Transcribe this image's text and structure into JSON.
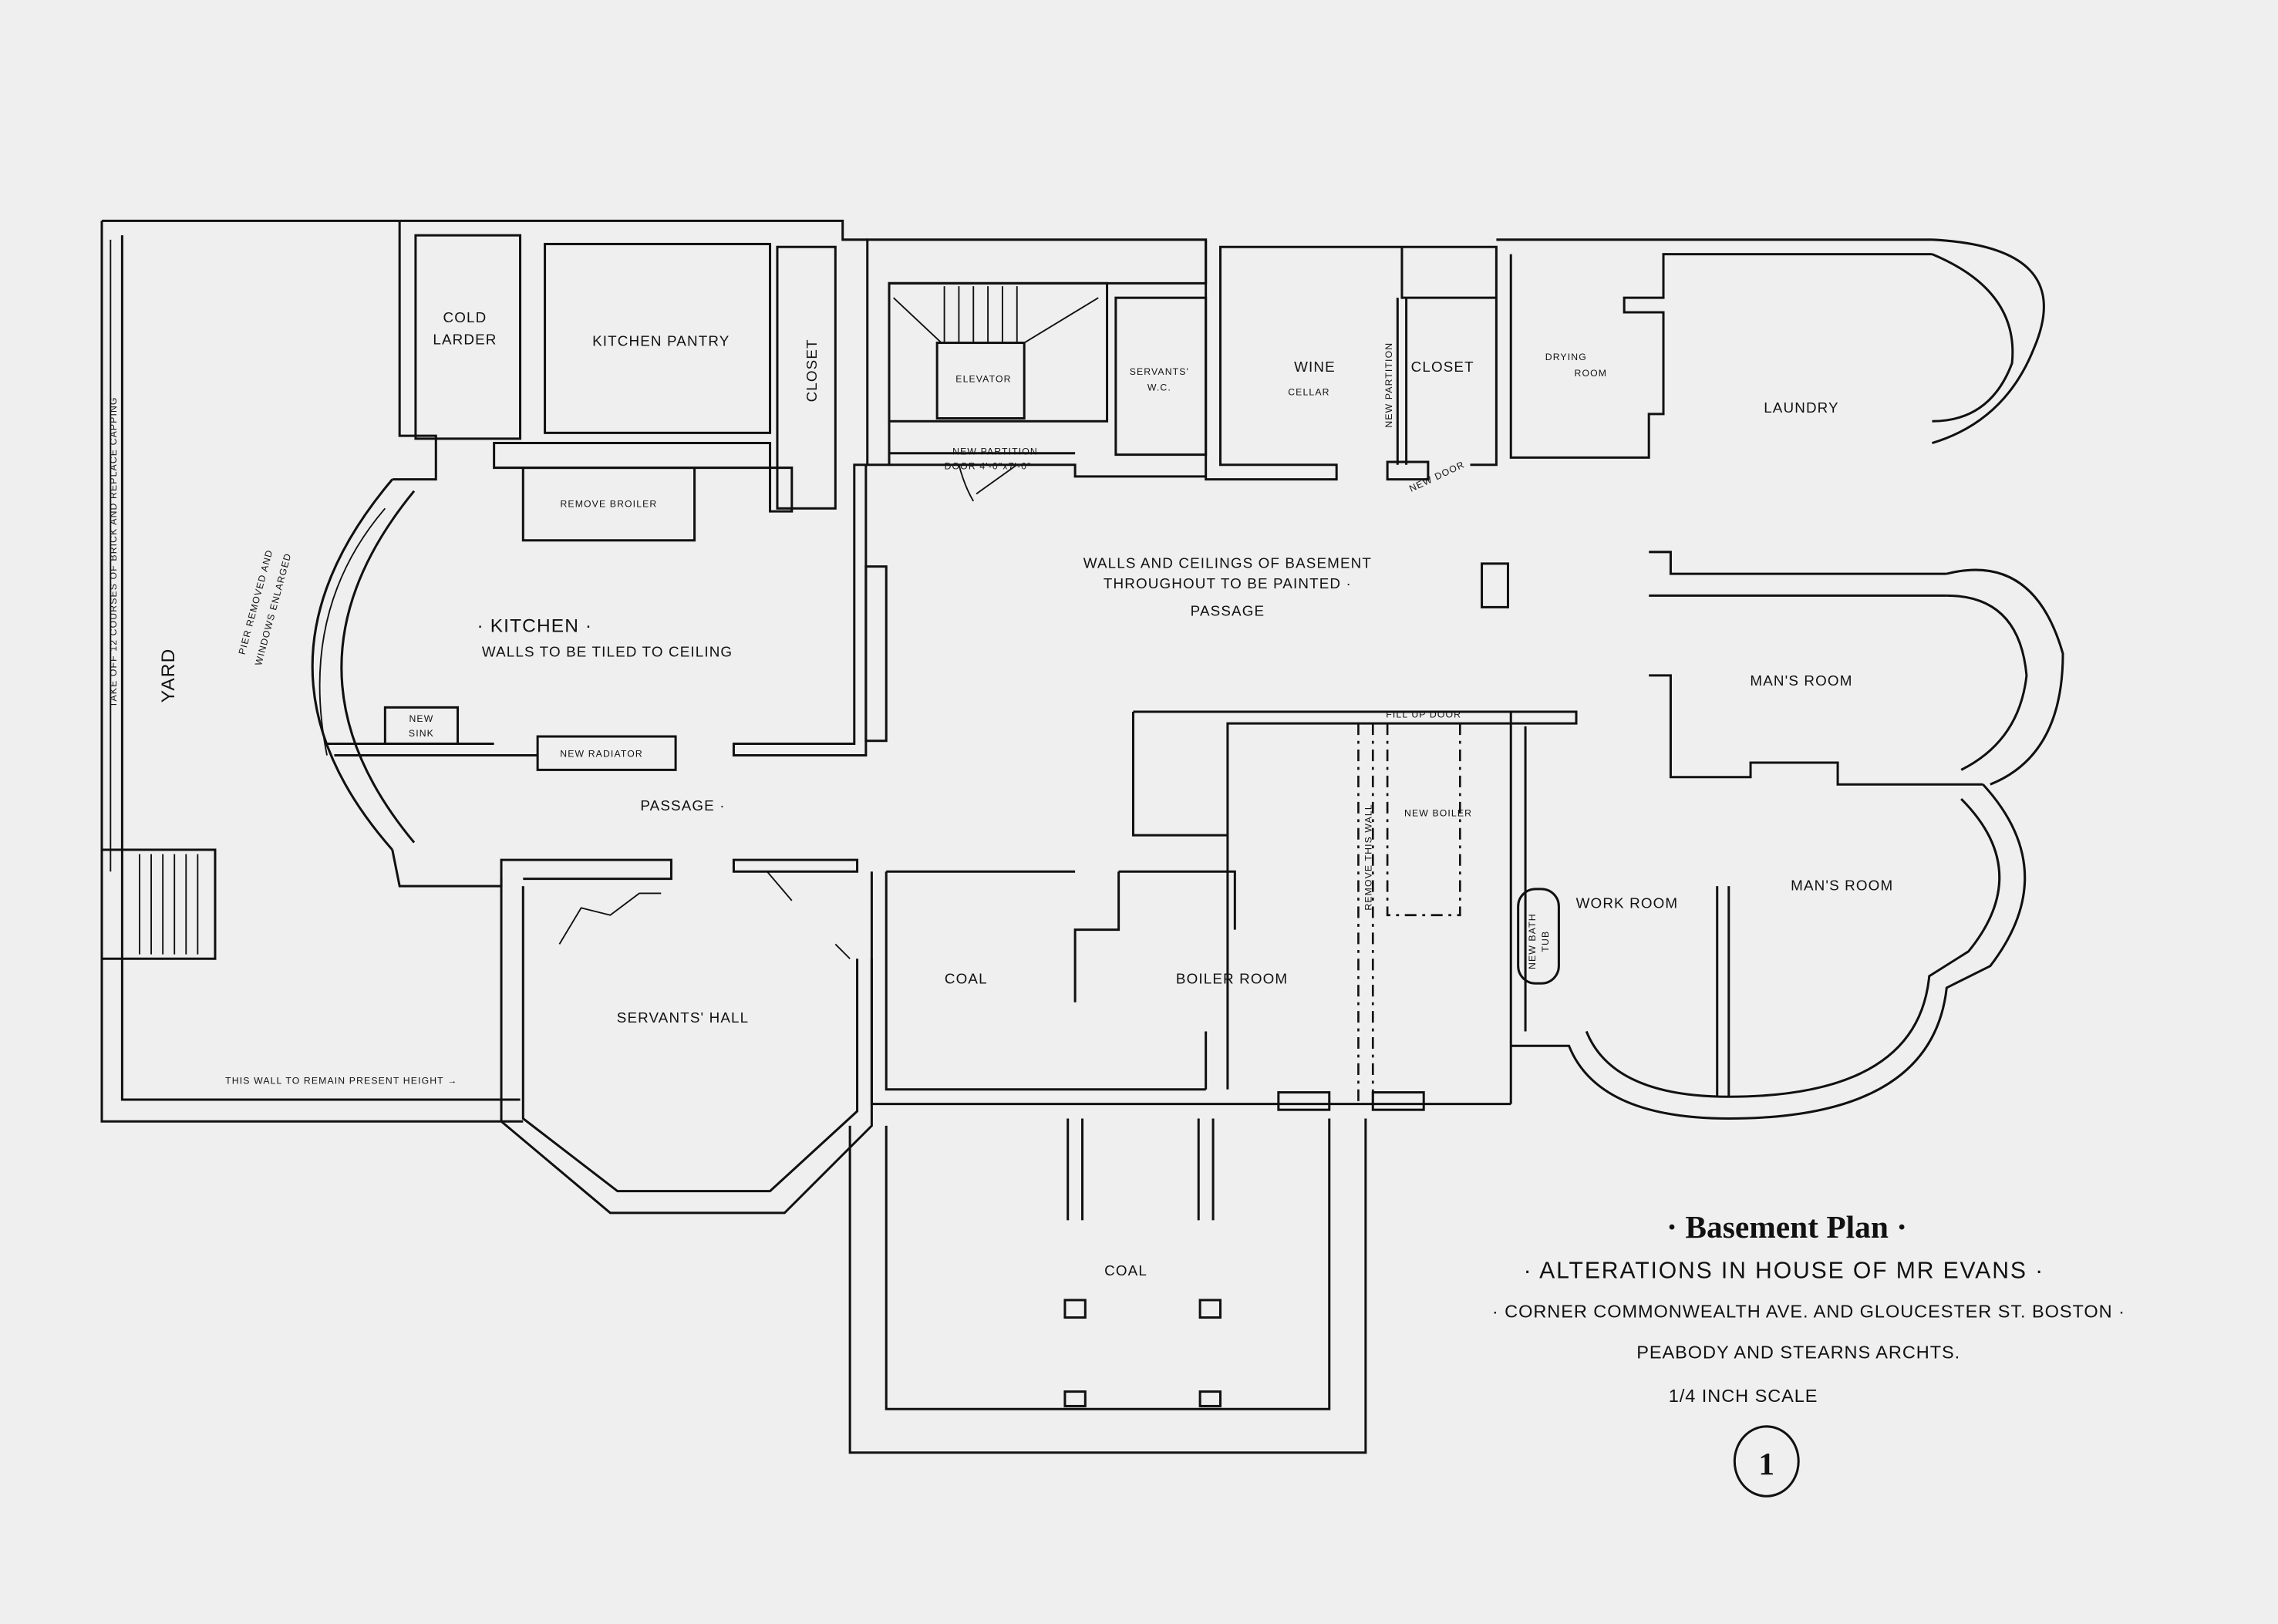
{
  "title_block": {
    "title": "· Basement Plan ·",
    "subtitle": "· ALTERATIONS IN HOUSE OF MR EVANS ·",
    "location": "· CORNER COMMONWEALTH AVE. AND GLOUCESTER ST. BOSTON ·",
    "architects": "PEABODY AND STEARNS ARCHTS.",
    "scale": "1/4 INCH SCALE",
    "sheet_number": "1"
  },
  "rooms": {
    "yard": "YARD",
    "cold_larder_1": "COLD",
    "cold_larder_2": "LARDER",
    "kitchen_pantry": "KITCHEN PANTRY",
    "closet": "CLOSET",
    "elevator": "ELEVATOR",
    "servants_wc_1": "SERVANTS'",
    "servants_wc_2": "W.C.",
    "wine": "WINE",
    "cellar": "CELLAR",
    "wine_closet": "CLOSET",
    "drying_room_1": "DRYING",
    "drying_room_2": "ROOM",
    "laundry": "LAUNDRY",
    "kitchen": "· KITCHEN ·",
    "passage_upper": "PASSAGE",
    "passage_lower": "PASSAGE ·",
    "mans_room_1": "MAN'S ROOM",
    "mans_room_2": "MAN'S ROOM",
    "work_room": "WORK ROOM",
    "coal_1": "COAL",
    "boiler_room": "BOILER ROOM",
    "servants_hall": "SERVANTS' HALL",
    "coal_2": "COAL"
  },
  "notes": {
    "yard_wall": "TAKE OFF 12 COURSES OF BRICK AND REPLACE CAPPING",
    "wall_remain": "THIS WALL TO REMAIN PRESENT HEIGHT →",
    "pier_1": "PIER REMOVED AND",
    "pier_2": "WINDOWS ENLARGED",
    "remove_broiler": "REMOVE BROILER",
    "kitchen_tiles": "WALLS TO BE TILED TO CEILING",
    "new_sink_1": "NEW",
    "new_sink_2": "SINK",
    "new_radiator": "NEW RADIATOR",
    "new_partition": "NEW PARTITION",
    "door_size": "DOOR 4'-0\"x7'-0\"",
    "new_partition_vertical": "NEW PARTITION",
    "new_door": "NEW DOOR",
    "paint_1": "WALLS AND CEILINGS OF BASEMENT",
    "paint_2": "THROUGHOUT TO BE PAINTED ·",
    "fill_up_door": "FILL UP DOOR",
    "remove_wall": "REMOVE THIS WALL",
    "new_boiler": "NEW BOILER",
    "new_bath_1": "NEW BATH",
    "new_bath_2": "TUB"
  }
}
